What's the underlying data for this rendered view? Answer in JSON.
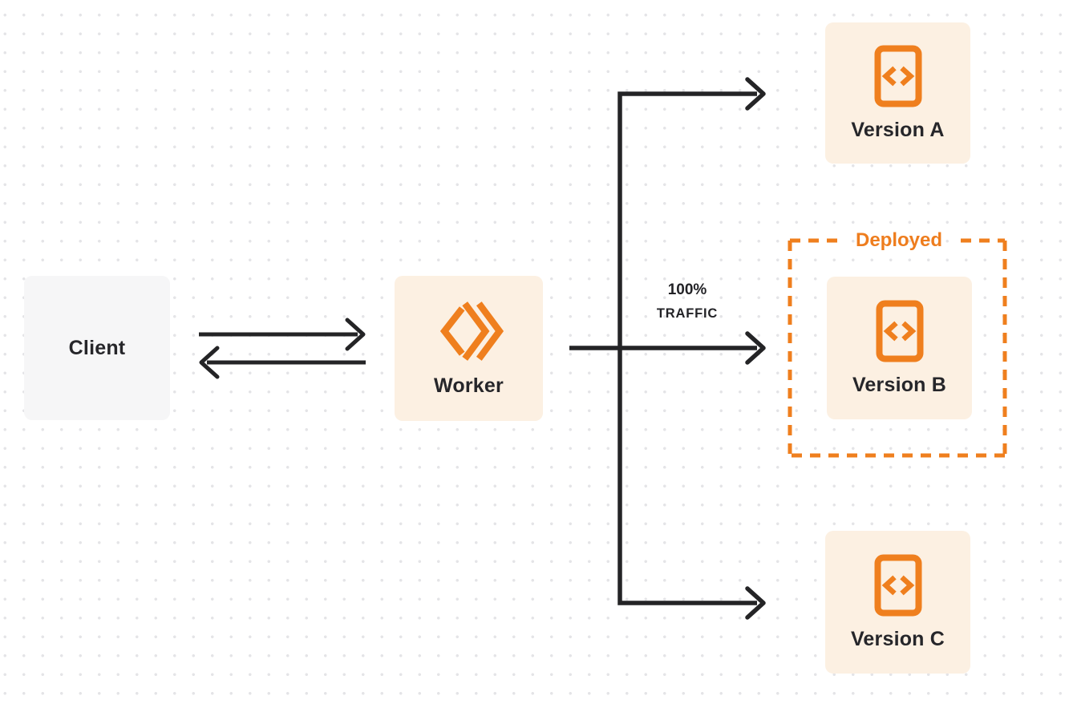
{
  "diagram": {
    "title_hint": "worker-version-routing-diagram",
    "client": {
      "label": "Client"
    },
    "worker": {
      "label": "Worker",
      "icon": "workers-logo-icon"
    },
    "traffic": {
      "line1": "100%",
      "line2": "TRAFFIC"
    },
    "deployed": {
      "label": "Deployed"
    },
    "versions": [
      {
        "label": "Version A",
        "icon": "code-file-icon"
      },
      {
        "label": "Version B",
        "icon": "code-file-icon",
        "deployed": true
      },
      {
        "label": "Version C",
        "icon": "code-file-icon"
      }
    ]
  },
  "colors": {
    "accent_orange": "#EF7F1E",
    "deployed_text_orange": "#EE7D1E",
    "node_cream": "#FCF0E2",
    "client_gray": "#F6F6F7",
    "connector_dark": "#242426",
    "text_dark": "#26262A",
    "dot_grid": "#E4E4E7",
    "background": "#FFFFFF"
  }
}
